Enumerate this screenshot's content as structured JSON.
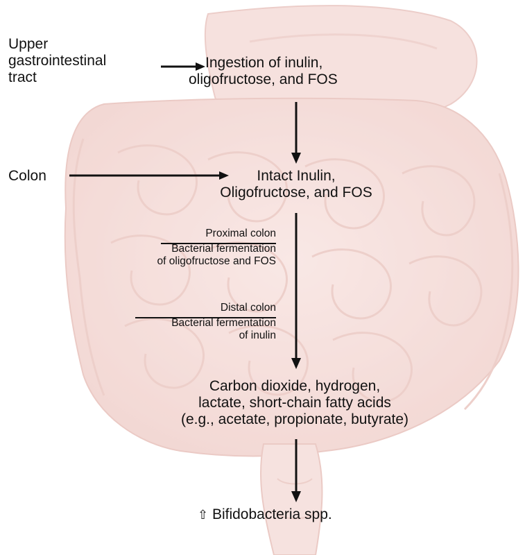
{
  "diagram": {
    "side_labels": {
      "upper_gi": [
        "Upper",
        "gastrointestinal",
        "tract"
      ],
      "colon": "Colon"
    },
    "steps": {
      "ingestion": [
        "Ingestion of inulin,",
        "oligofructose, and FOS"
      ],
      "intact": [
        "Intact Inulin,",
        "Oligofructose, and FOS"
      ],
      "products": [
        "Carbon dioxide, hydrogen,",
        "lactate, short-chain fatty acids",
        "(e.g., acetate, propionate, butyrate)"
      ],
      "result_symbol": "⇧",
      "result": "Bifidobacteria spp."
    },
    "annotations": {
      "proximal_heading": "Proximal colon",
      "proximal_text": [
        "Bacterial fermentation",
        "of oligofructose and FOS"
      ],
      "distal_heading": "Distal colon",
      "distal_text": [
        "Bacterial fermentation",
        "of inulin"
      ]
    }
  }
}
